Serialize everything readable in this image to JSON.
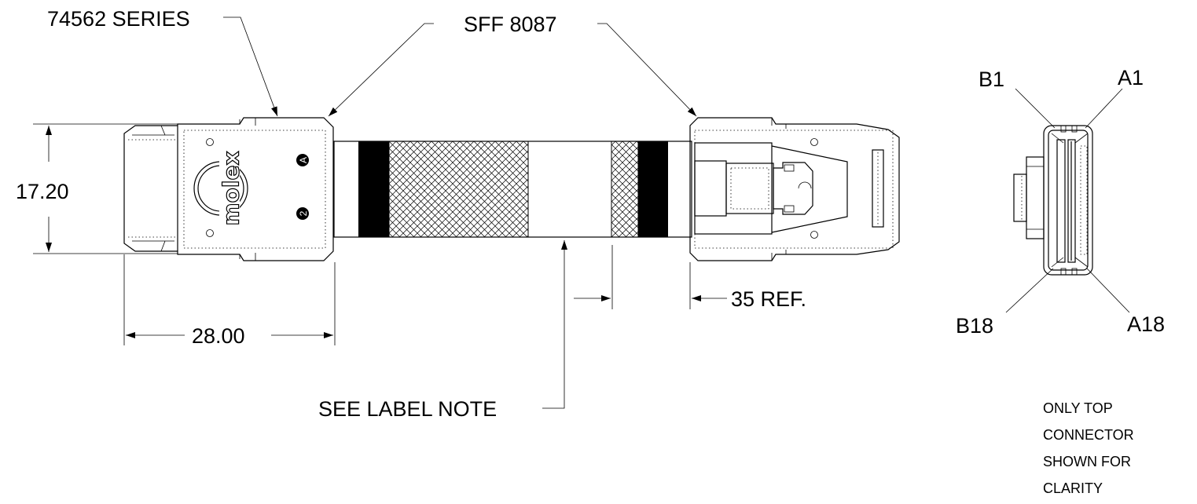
{
  "labels": {
    "series": "74562 SERIES",
    "sff": "SFF 8087",
    "height_dim": "17.20",
    "width_dim": "28.00",
    "ref_dim": "35 REF.",
    "label_note": "SEE LABEL NOTE",
    "pin_b1": "B1",
    "pin_a1": "A1",
    "pin_b18": "B18",
    "pin_a18": "A18",
    "logo_text": "molex",
    "marker_top": "A",
    "marker_bottom": "2"
  },
  "note_lines": [
    "ONLY TOP",
    "CONNECTOR",
    "SHOWN FOR",
    "CLARITY"
  ]
}
